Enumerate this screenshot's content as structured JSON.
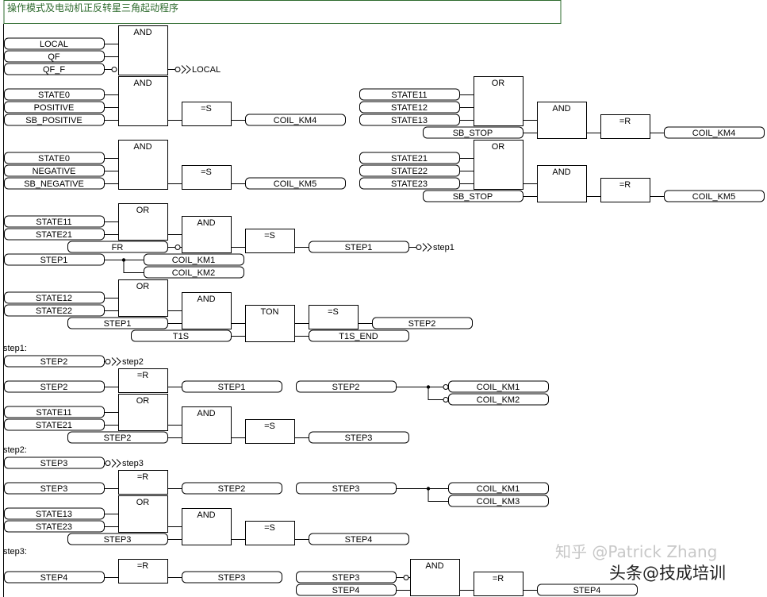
{
  "title": "操作模式及电动机正反转星三角起动程序",
  "labels": {
    "step1": "step1:",
    "step2": "step2:",
    "step3": "step3:"
  },
  "networks": [
    {
      "gate": "AND",
      "inputs": [
        "LOCAL",
        "QF",
        "QF_F"
      ],
      "negated_input": "QF_F",
      "jump": "LOCAL"
    },
    {
      "gate": "AND",
      "inputs": [
        "STATE0",
        "POSITIVE",
        "SB_POSITIVE"
      ],
      "op": "=S",
      "output": "COIL_KM4"
    },
    {
      "gate": "AND",
      "inputs": [
        "STATE0",
        "NEGATIVE",
        "SB_NEGATIVE"
      ],
      "op": "=S",
      "output": "COIL_KM5"
    },
    {
      "or_gate": "OR",
      "inputs": [
        "STATE11",
        "STATE12",
        "STATE13"
      ],
      "and_gate": "AND",
      "enable": "SB_STOP",
      "op": "=R",
      "output": "COIL_KM4"
    },
    {
      "or_gate": "OR",
      "inputs": [
        "STATE21",
        "STATE22",
        "STATE23"
      ],
      "and_gate": "AND",
      "enable": "SB_STOP",
      "op": "=R",
      "output": "COIL_KM5"
    },
    {
      "or_gate": "OR",
      "inputs": [
        "STATE11",
        "STATE21"
      ],
      "and_gate": "AND",
      "enable": "FR",
      "op": "=S",
      "output": "STEP1",
      "jump": "step1"
    },
    {
      "input": "STEP1",
      "outputs": [
        "COIL_KM1",
        "COIL_KM2"
      ]
    },
    {
      "or_gate": "OR",
      "inputs": [
        "STATE12",
        "STATE22"
      ],
      "and_gate": "AND",
      "enable": "STEP1",
      "timer": "TON",
      "preset": "T1S",
      "op": "=S",
      "output": "STEP2",
      "timer_output": "T1S_END"
    },
    {
      "input": "STEP2",
      "jump": "step2"
    },
    {
      "input": "STEP2",
      "op": "=R",
      "output": "STEP1"
    },
    {
      "input": "STEP2",
      "outputs": [
        "COIL_KM1",
        "COIL_KM2"
      ],
      "negated": true
    },
    {
      "or_gate": "OR",
      "inputs": [
        "STATE11",
        "STATE21"
      ],
      "and_gate": "AND",
      "enable": "STEP2",
      "op": "=S",
      "output": "STEP3"
    },
    {
      "input": "STEP3",
      "jump": "step3"
    },
    {
      "input": "STEP3",
      "op": "=R",
      "output": "STEP2"
    },
    {
      "input": "STEP3",
      "outputs": [
        "COIL_KM1",
        "COIL_KM3"
      ]
    },
    {
      "or_gate": "OR",
      "inputs": [
        "STATE13",
        "STATE23"
      ],
      "and_gate": "AND",
      "enable": "STEP3",
      "op": "=S",
      "output": "STEP4"
    },
    {
      "input": "STEP4",
      "op": "=R",
      "output": "STEP3"
    },
    {
      "gate": "AND",
      "inputs": [
        "STEP3",
        "STEP4"
      ],
      "negated_input": "STEP3",
      "op": "=R",
      "output": "STEP4"
    }
  ],
  "watermarks": [
    "知乎 @Patrick Zhang",
    "头条@技成培训"
  ]
}
